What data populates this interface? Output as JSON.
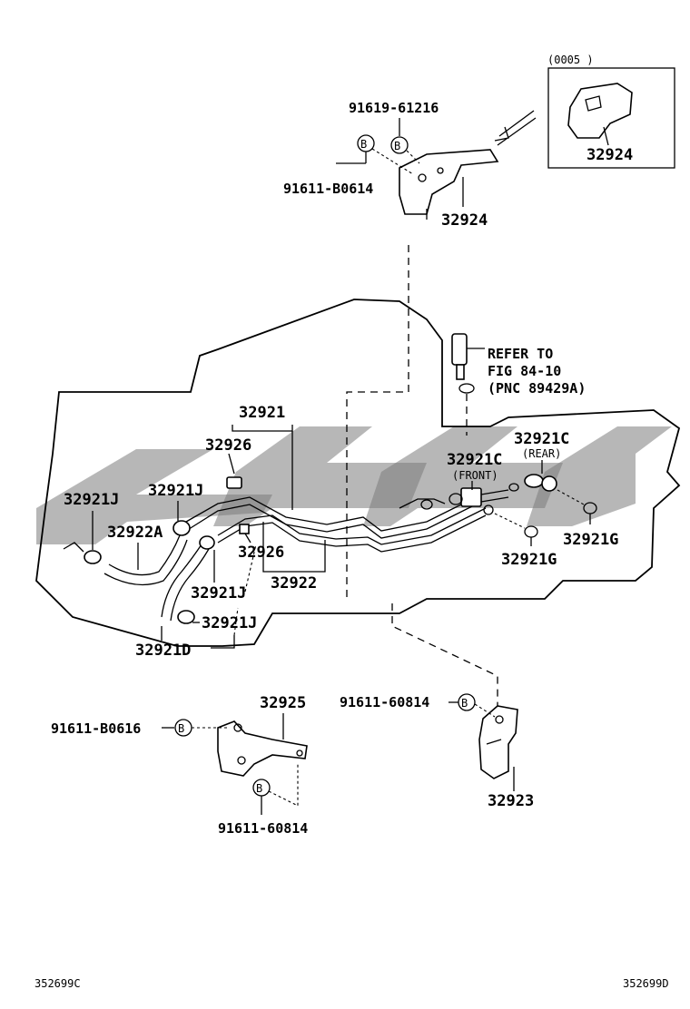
{
  "inset": {
    "date_code": "(0005     )",
    "part": "32924"
  },
  "bolts": {
    "symbol": "B",
    "b0614": "91611-B0614",
    "p61216": "91619-61216",
    "b0616": "91611-B0616",
    "p60814_right": "91611-60814",
    "p60814_bottom": "91611-60814"
  },
  "parts": {
    "bracket_top": "32924",
    "pipe_assy": "32921",
    "hose_clamp_upper": "32926",
    "hose_clamp_lower": "32926",
    "pipe_sub": "32922",
    "hose_j_left": "32921J",
    "hose_j_mid": "32921J",
    "hose_j_low1": "32921J",
    "hose_j_low2": "32921J",
    "hose_a": "32922A",
    "hose_d": "32921D",
    "union_front": "32921C",
    "union_front_note": "(FRONT)",
    "union_rear": "32921C",
    "union_rear_note": "(REAR)",
    "gasket_right": "32921G",
    "gasket_center": "32921G",
    "clamp_bottom_left": "32925",
    "clamp_bottom_right": "32923"
  },
  "refer": {
    "line1": "REFER TO",
    "line2": "FIG 84-10",
    "line3": "(PNC 89429A)"
  },
  "footer": {
    "left_code": "352699C",
    "right_code": "352699D"
  }
}
